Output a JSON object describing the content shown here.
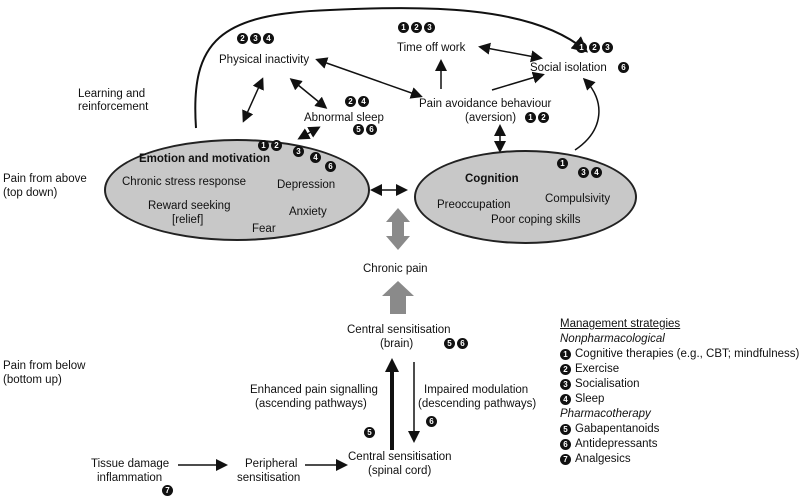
{
  "nodes": {
    "time_off_work": "Time off work",
    "social_isolation": "Social isolation",
    "physical_inactivity": "Physical inactivity",
    "learning": [
      "Learning and",
      "reinforcement"
    ],
    "pain_avoidance": [
      "Pain avoidance behaviour",
      "(aversion)"
    ],
    "abnormal_sleep": "Abnormal sleep",
    "pain_from_above": [
      "Pain from above",
      "(top down)"
    ],
    "pain_from_below": [
      "Pain from below",
      "(bottom up)"
    ],
    "chronic_pain": "Chronic pain",
    "central_brain": [
      "Central sensitisation",
      "(brain)"
    ],
    "central_spinal": [
      "Central sensitisation",
      "(spinal cord)"
    ],
    "enhanced": [
      "Enhanced pain signalling",
      "(ascending pathways)"
    ],
    "impaired": [
      "Impaired modulation",
      "(descending pathways)"
    ],
    "tissue": [
      "Tissue damage",
      "inflammation"
    ],
    "peripheral": [
      "Peripheral",
      "sensitisation"
    ]
  },
  "emotion": {
    "title": "Emotion and motivation",
    "items": [
      "Chronic stress response",
      "Depression",
      "Reward seeking",
      "[relief]",
      "Anxiety",
      "Fear"
    ]
  },
  "cognition": {
    "title": "Cognition",
    "items": [
      "Compulsivity",
      "Preoccupation",
      "Poor coping skills"
    ]
  },
  "badges": {
    "time_off_work": [
      "1",
      "2",
      "3"
    ],
    "social_isolation_a": [
      "1",
      "2",
      "3"
    ],
    "social_isolation_b": [
      "6"
    ],
    "physical_inactivity": [
      "2",
      "3",
      "4"
    ],
    "pain_avoidance": [
      "1",
      "2"
    ],
    "abnormal_sleep_a": [
      "2",
      "4"
    ],
    "abnormal_sleep_b": [
      "5",
      "6"
    ],
    "emotion_a": [
      "1",
      "2"
    ],
    "emotion_b": [
      "3"
    ],
    "emotion_c": [
      "4"
    ],
    "emotion_d": [
      "6"
    ],
    "cognition_a": [
      "1"
    ],
    "cognition_b": [
      "3",
      "4"
    ],
    "central_brain": [
      "5",
      "6"
    ],
    "enhanced": [
      "5"
    ],
    "impaired": [
      "6"
    ],
    "tissue": [
      "7"
    ]
  },
  "legend": {
    "title": "Management strategies",
    "nonpharm": "Nonpharmacological",
    "pharm": "Pharmacotherapy",
    "items": [
      {
        "n": "1",
        "label": "Cognitive therapies (e.g., CBT; mindfulness)"
      },
      {
        "n": "2",
        "label": "Exercise"
      },
      {
        "n": "3",
        "label": "Socialisation"
      },
      {
        "n": "4",
        "label": "Sleep"
      },
      {
        "n": "5",
        "label": "Gabapentanoids"
      },
      {
        "n": "6",
        "label": "Antidepressants"
      },
      {
        "n": "7",
        "label": "Analgesics"
      }
    ]
  }
}
